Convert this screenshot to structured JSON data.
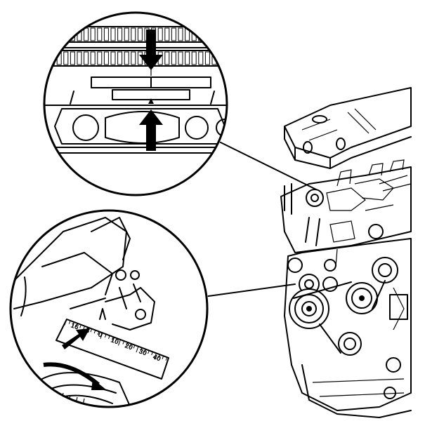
{
  "figure": {
    "scale_labels": [
      "16",
      "8",
      "0",
      "10",
      "20",
      "30",
      "40"
    ],
    "icons": [
      "arrow-down-icon",
      "arrow-up-icon",
      "arrow-diagonal-icon",
      "rotation-arrow-icon"
    ],
    "colors": {
      "ink": "#000000",
      "paper": "#ffffff"
    }
  }
}
